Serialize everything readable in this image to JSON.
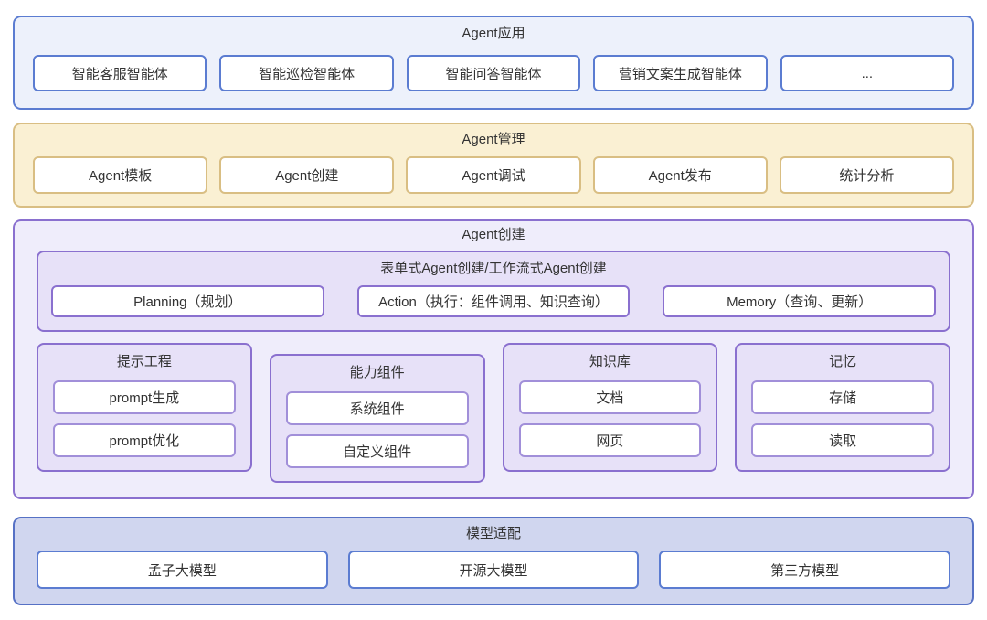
{
  "colors": {
    "text": "#333333",
    "blue_border": "#5b7cd1",
    "blue_bg": "#edf1fb",
    "yellow_border": "#d9be83",
    "yellow_bg": "#faf0d3",
    "purple_border": "#8a70cf",
    "purple_border_light": "#a18fd9",
    "purple_bg_outer": "#efedfb",
    "purple_bg_inner": "#e7e1f8",
    "bottom_bg": "#d0d6ef",
    "bottom_border": "#5671c5",
    "box_fill": "#ffffff"
  },
  "sections": {
    "apps": {
      "title": "Agent应用",
      "items": [
        "智能客服智能体",
        "智能巡检智能体",
        "智能问答智能体",
        "营销文案生成智能体",
        "..."
      ]
    },
    "management": {
      "title": "Agent管理",
      "items": [
        "Agent模板",
        "Agent创建",
        "Agent调试",
        "Agent发布",
        "统计分析"
      ]
    },
    "creation": {
      "title": "Agent创建",
      "workflow": {
        "title": "表单式Agent创建/工作流式Agent创建",
        "items": [
          "Planning（规划）",
          "Action（执行：组件调用、知识查询）",
          "Memory（查询、更新）"
        ]
      },
      "panels": [
        {
          "title": "提示工程",
          "items": [
            "prompt生成",
            "prompt优化"
          ]
        },
        {
          "title": "能力组件",
          "items": [
            "系统组件",
            "自定义组件"
          ]
        },
        {
          "title": "知识库",
          "items": [
            "文档",
            "网页"
          ]
        },
        {
          "title": "记忆",
          "items": [
            "存储",
            "读取"
          ]
        }
      ]
    },
    "models": {
      "title": "模型适配",
      "items": [
        "孟子大模型",
        "开源大模型",
        "第三方模型"
      ]
    }
  }
}
